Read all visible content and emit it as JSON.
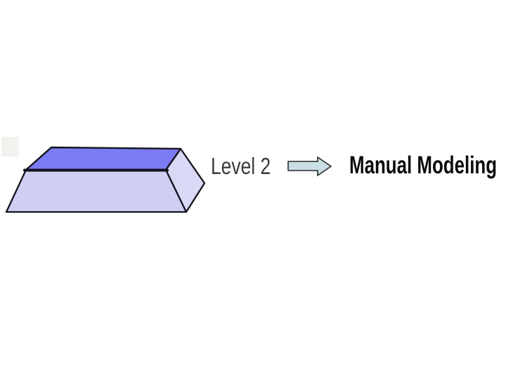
{
  "slide": {
    "background_color": "#ffffff",
    "frustum": {
      "shape": "truncated-pyramid-block",
      "top_face_color": "#7b7bf3",
      "front_face_color": "#cfcff3",
      "side_face_color": "#d9d9f6",
      "outline_color": "#14141f",
      "front_edge_color": "#10101b",
      "smudge_color": "#f3f2ee"
    },
    "level_label": "Level 2",
    "level_label_color": "#3b3b36",
    "arrow": {
      "icon": "right-block-arrow",
      "fill_color": "#c9dfe3",
      "outline_color": "#2b2b2b"
    },
    "method_label": "Manual Modeling",
    "method_label_color": "#0c0c0c"
  }
}
